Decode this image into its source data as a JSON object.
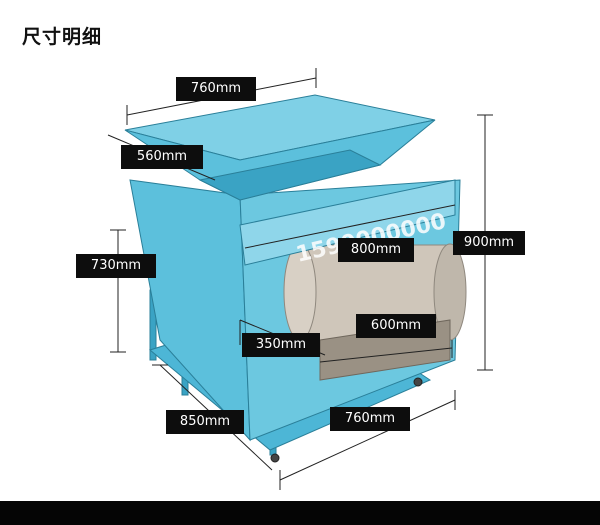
{
  "page": {
    "title": "尺寸明细"
  },
  "machine": {
    "phone_text": "1590000000",
    "colors": {
      "body": "#5cc0dc",
      "body_dark": "#3aa3c4",
      "body_light": "#8fd6ea",
      "roller": "#cfc6ba",
      "line": "#222222"
    }
  },
  "dimensions": {
    "top_width": "760mm",
    "top_depth": "560mm",
    "body_height": "730mm",
    "total_height": "900mm",
    "conveyor_width": "800mm",
    "roller_width": "600mm",
    "roller_height": "350mm",
    "base_depth": "850mm",
    "base_width": "760mm"
  }
}
